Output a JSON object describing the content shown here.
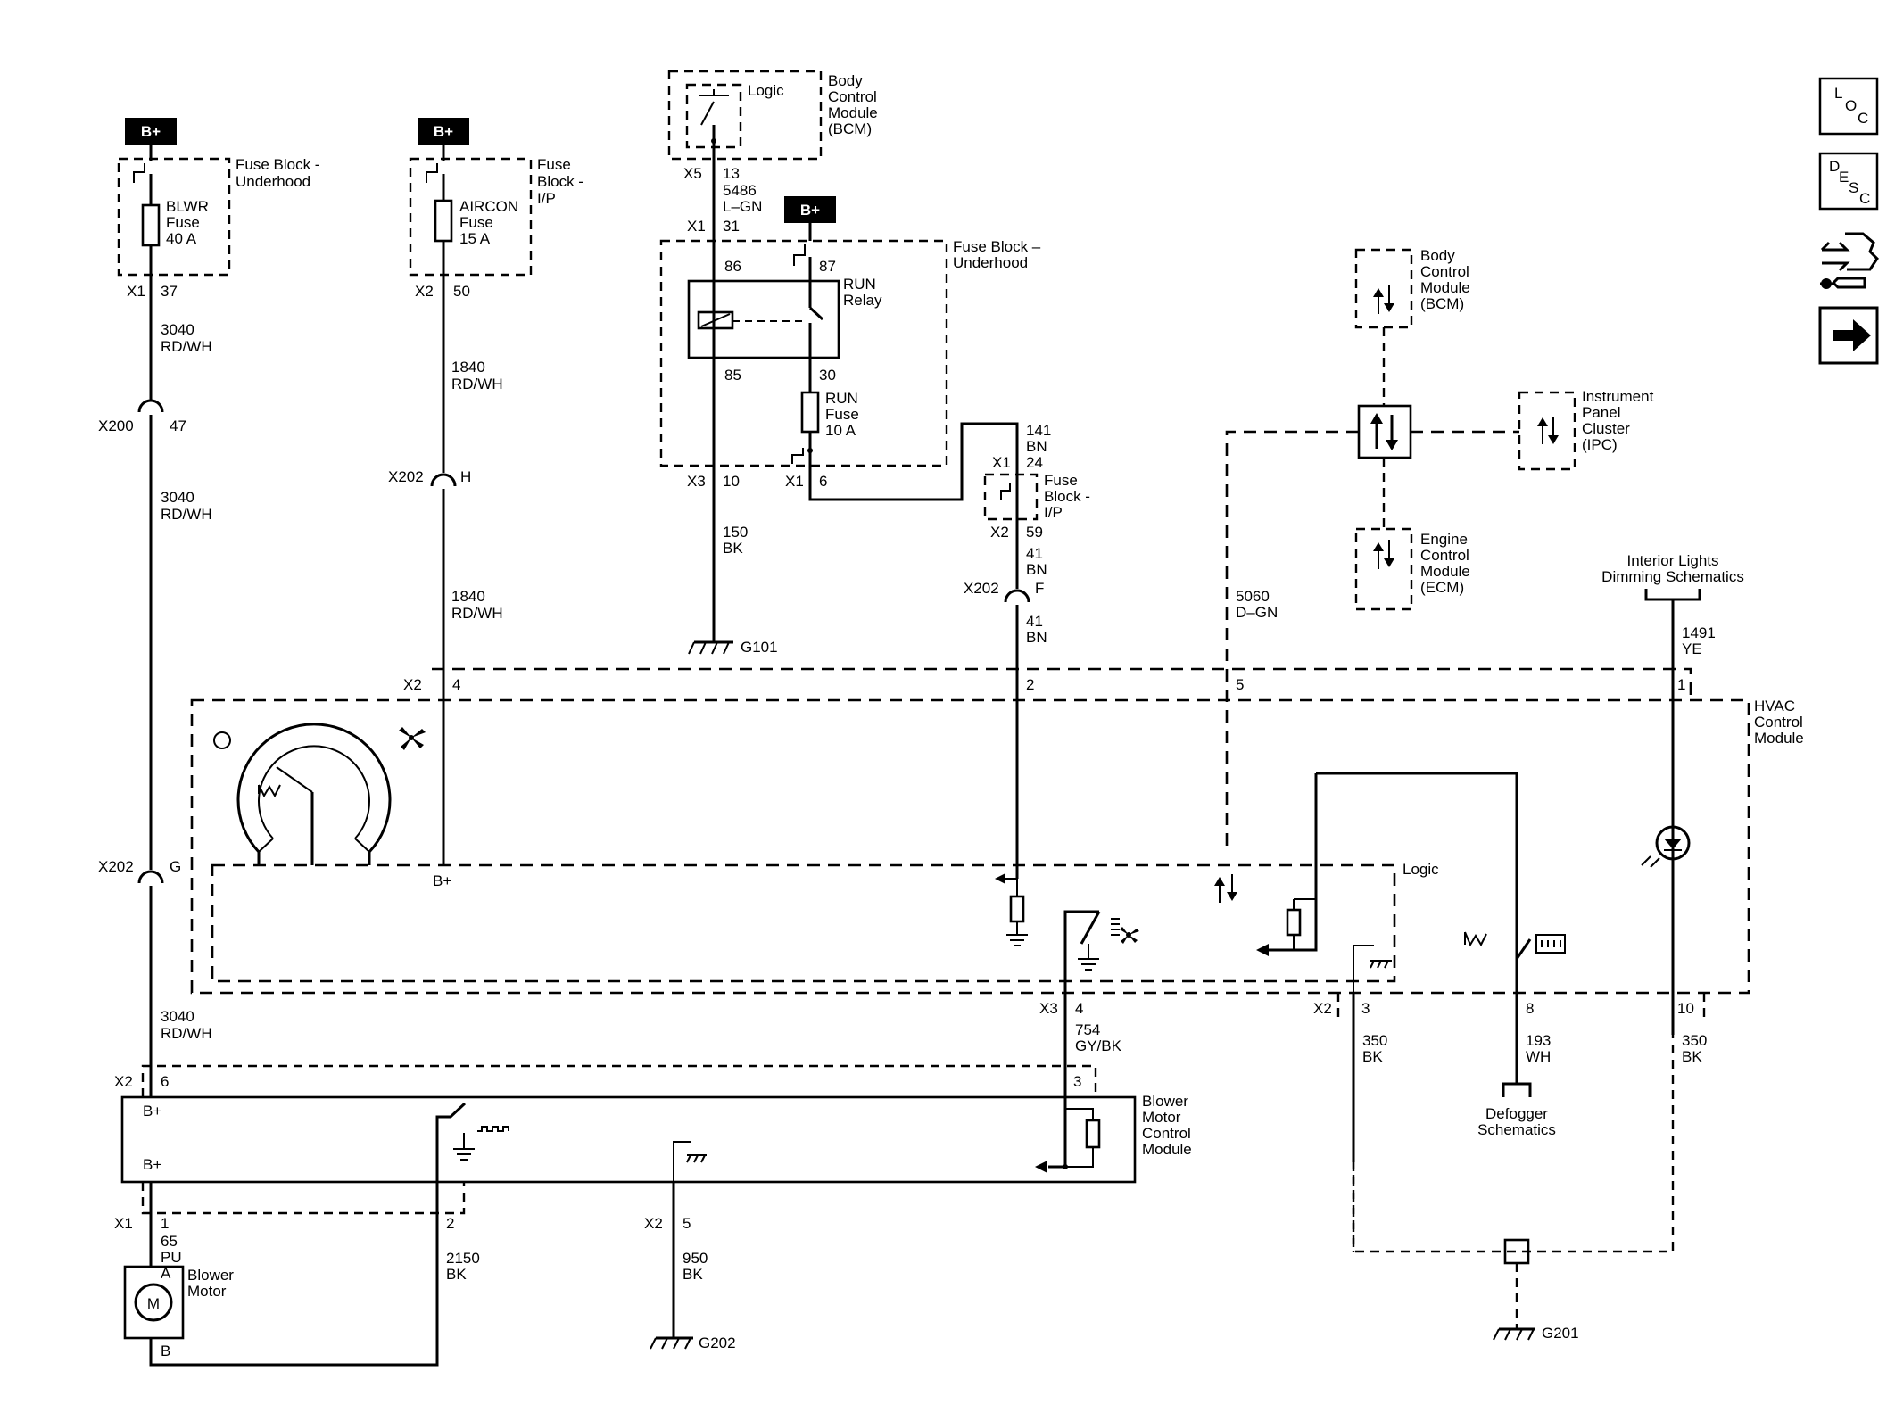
{
  "top_fuses": {
    "blwr": {
      "power": "B+",
      "block": [
        "Fuse Block -",
        "Underhood"
      ],
      "name": [
        "BLWR",
        "Fuse",
        "40 A"
      ],
      "conn": "X1",
      "pin": "37"
    },
    "aircon": {
      "power": "B+",
      "block": [
        "Fuse",
        "Block -",
        "I/P"
      ],
      "name": [
        "AIRCON",
        "Fuse",
        "15 A"
      ],
      "conn": "X2",
      "pin": "50"
    }
  },
  "bcm_top": {
    "logic": "Logic",
    "name": [
      "Body",
      "Control",
      "Module",
      "(BCM)"
    ],
    "conn": "X5",
    "pin": "13"
  },
  "run_relay_block": {
    "power": "B+",
    "block": [
      "Fuse Block –",
      "Underhood"
    ],
    "relay": [
      "RUN",
      "Relay"
    ],
    "fuse": [
      "RUN",
      "Fuse",
      "10 A"
    ],
    "pins": {
      "p86": "86",
      "p87": "87",
      "p85": "85",
      "p30": "30"
    },
    "x1": "X1",
    "x1_pin": "31",
    "x3": "X3",
    "x3_pin": "10",
    "x1b": "X1",
    "x1b_pin": "6"
  },
  "wires": {
    "w3040_a": [
      "3040",
      "RD/WH"
    ],
    "w3040_b": [
      "3040",
      "RD/WH"
    ],
    "w3040_c": [
      "3040",
      "RD/WH"
    ],
    "w1840_a": [
      "1840",
      "RD/WH"
    ],
    "w1840_b": [
      "1840",
      "RD/WH"
    ],
    "w5486": [
      "5486",
      "L–GN"
    ],
    "w150": [
      "150",
      "BK"
    ],
    "w141": [
      "141",
      "BN"
    ],
    "w41_a": [
      "41",
      "BN"
    ],
    "w41_b": [
      "41",
      "BN"
    ],
    "w5060": [
      "5060",
      "D–GN"
    ],
    "w1491": [
      "1491",
      "YE"
    ],
    "w754": [
      "754",
      "GY/BK"
    ],
    "w350_a": [
      "350",
      "BK"
    ],
    "w193": [
      "193",
      "WH"
    ],
    "w350_b": [
      "350",
      "BK"
    ],
    "w65": [
      "65",
      "PU"
    ],
    "w2150": [
      "2150",
      "BK"
    ],
    "w950": [
      "950",
      "BK"
    ]
  },
  "connectors": {
    "x200": "X200",
    "x200_pin": "47",
    "x202_h": "X202",
    "x202_h_pin": "H",
    "x202_f": "X202",
    "x202_f_pin": "F",
    "x202_g": "X202",
    "x202_g_pin": "G"
  },
  "fuse_ip": {
    "block": [
      "Fuse",
      "Block -",
      "I/P"
    ],
    "x1": "X1",
    "x1_pin": "24",
    "x2": "X2",
    "x2_pin": "59"
  },
  "grounds": {
    "g101": "G101",
    "g202": "G202",
    "g201": "G201"
  },
  "network": {
    "bcm": [
      "Body",
      "Control",
      "Module",
      "(BCM)"
    ],
    "ipc": [
      "Instrument",
      "Panel",
      "Cluster",
      "(IPC)"
    ],
    "ecm": [
      "Engine",
      "Control",
      "Module",
      "(ECM)"
    ]
  },
  "interior_lights": [
    "Interior Lights",
    "Dimming Schematics"
  ],
  "hvac": {
    "name": [
      "HVAC",
      "Control",
      "Module"
    ],
    "logic": "Logic",
    "bplus": "B+",
    "x2": "X2",
    "pins_top": {
      "p4": "4",
      "p2": "2",
      "p5": "5",
      "p1": "1"
    },
    "x3": "X3",
    "x3_pin": "4",
    "x2b": "X2",
    "pins_bottom": {
      "p3": "3",
      "p8": "8",
      "p10": "10"
    }
  },
  "defogger": [
    "Defogger",
    "Schematics"
  ],
  "bmcm": {
    "name": [
      "Blower",
      "Motor",
      "Control",
      "Module"
    ],
    "bplus_a": "B+",
    "bplus_b": "B+",
    "x2": "X2",
    "pin6": "6",
    "pin3": "3",
    "x1": "X1",
    "pin1": "1",
    "pin2": "2",
    "x2b": "X2",
    "pin5": "5"
  },
  "blower_motor": {
    "name": [
      "Blower",
      "Motor"
    ],
    "symbol": "M",
    "pin_a": "A",
    "pin_b": "B"
  },
  "sidebar": {
    "loc": {
      "l": "L",
      "o": "O",
      "c": "C"
    },
    "desc": {
      "d": "D",
      "e": "E",
      "s": "S",
      "c": "C"
    }
  }
}
